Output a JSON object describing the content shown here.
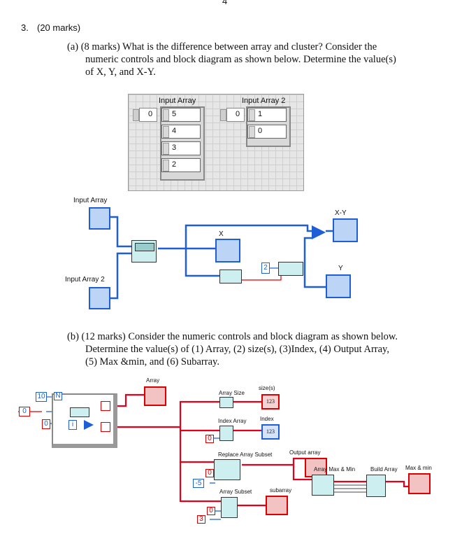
{
  "page_number": "4",
  "question": {
    "number": "3.",
    "marks": "(20 marks)",
    "part_a": {
      "line1": "(a) (8 marks) What is the difference between array and cluster?  Consider the",
      "line2": "numeric controls and block diagram as shown below. Determine the value(s)",
      "line3": "of X, Y, and X-Y."
    },
    "part_b": {
      "line1": "(b) (12 marks) Consider the numeric controls and block diagram as shown below.",
      "line2": "Determine the value(s) of (1) Array, (2) size(s), (3)Index, (4) Output Array,",
      "line3": "(5) Max &min, and (6) Subarray."
    }
  },
  "front_panel_a": {
    "input_array": {
      "label": "Input Array",
      "index": "0",
      "values": [
        "5",
        "4",
        "3",
        "2"
      ]
    },
    "input_array2": {
      "label": "Input Array 2",
      "index": "0",
      "values": [
        "1",
        "0"
      ]
    }
  },
  "diagram_a": {
    "input_array_label": "Input Array",
    "input_array2_label": "Input Array 2",
    "x_label": "X",
    "y_label": "Y",
    "xy_label": "X-Y",
    "const_2": "2"
  },
  "diagram_b": {
    "array_label": "Array",
    "const_10": "10",
    "loop_n": "N",
    "loop_i": "i",
    "const_0a": "0",
    "const_0b": "0",
    "array_size_label": "Array Size",
    "sizes_label": "size(s)",
    "index_array_label": "Index Array",
    "index_label": "Index",
    "const_0c": "0",
    "replace_label": "Replace Array Subset",
    "output_array_label": "Output array",
    "const_neg5": "-5",
    "maxmin_label": "Array Max & Min",
    "build_label": "Build Array",
    "max_min_label": "Max & min",
    "subset_label": "Array Subset",
    "subarray_label": "subarray",
    "const_0d": "0",
    "const_3": "3",
    "num_123": "123"
  }
}
